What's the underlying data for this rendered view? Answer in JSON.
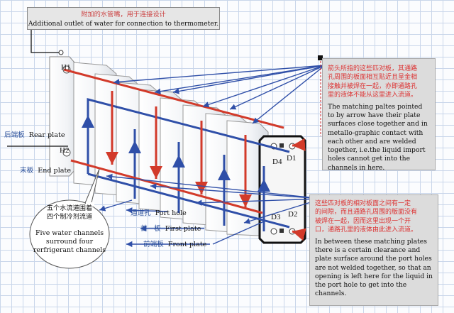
{
  "top_callout": {
    "zh": "附加的水管嘴，用于连接设计",
    "en": "Additional outlet of water for connection to thermometer."
  },
  "right_callout_top": {
    "zh_lines": [
      "箭头所指的这些匹对板，其通路",
      "孔周围的板面相互贴近且呈金相",
      "接触并被焊在一起，亦即通路孔",
      "里的液体不能从这里进入流道。"
    ],
    "en": "The matching paltes pointed to by arrow have their plate surfaces close together and in metallo-graphic contact with each other and are welded together, i.e.the liquid import holes cannot get into the channels in here."
  },
  "right_callout_bottom": {
    "zh_lines": [
      "这些匹对板的相对板面之间有一定",
      "的间隙，而且通路孔周围的版面没有",
      "被焊在一起，因而这里出现一个开",
      "口，通路孔里的液体由此进入流道。"
    ],
    "en": "In between these matching plates there is a certain clearance and plate surface around the port holes are not welded together, so that an opening is left here for the liquid in the port hole to get into the channels."
  },
  "bubble": {
    "zh_lines": [
      "五个水流道围着",
      "四个制冷剂流道"
    ],
    "en_lines": [
      "Five water channels",
      "surround four",
      "rerfrigerant channels"
    ]
  },
  "labels": {
    "rear_plate": {
      "zh": "后端板",
      "en": "Rear plate"
    },
    "end_plate": {
      "zh": "末板",
      "en": "End plate"
    },
    "port_hole": {
      "zh": "通道孔",
      "en": "Port hole"
    },
    "first_plate": {
      "zh": "首　板",
      "en": "First plate"
    },
    "front_plate": {
      "zh": "前端板",
      "en": "Front plate"
    }
  },
  "port_tags": {
    "h1": "H1",
    "h2": "H2",
    "d1": "D1",
    "d2": "D2",
    "d3": "D3",
    "d4": "D4"
  },
  "colors": {
    "water_flow": "#2f4fa8",
    "refrigerant_flow": "#d23a2a",
    "callout_bg": "#dcdcdc",
    "grid": "#c9d6ea"
  }
}
